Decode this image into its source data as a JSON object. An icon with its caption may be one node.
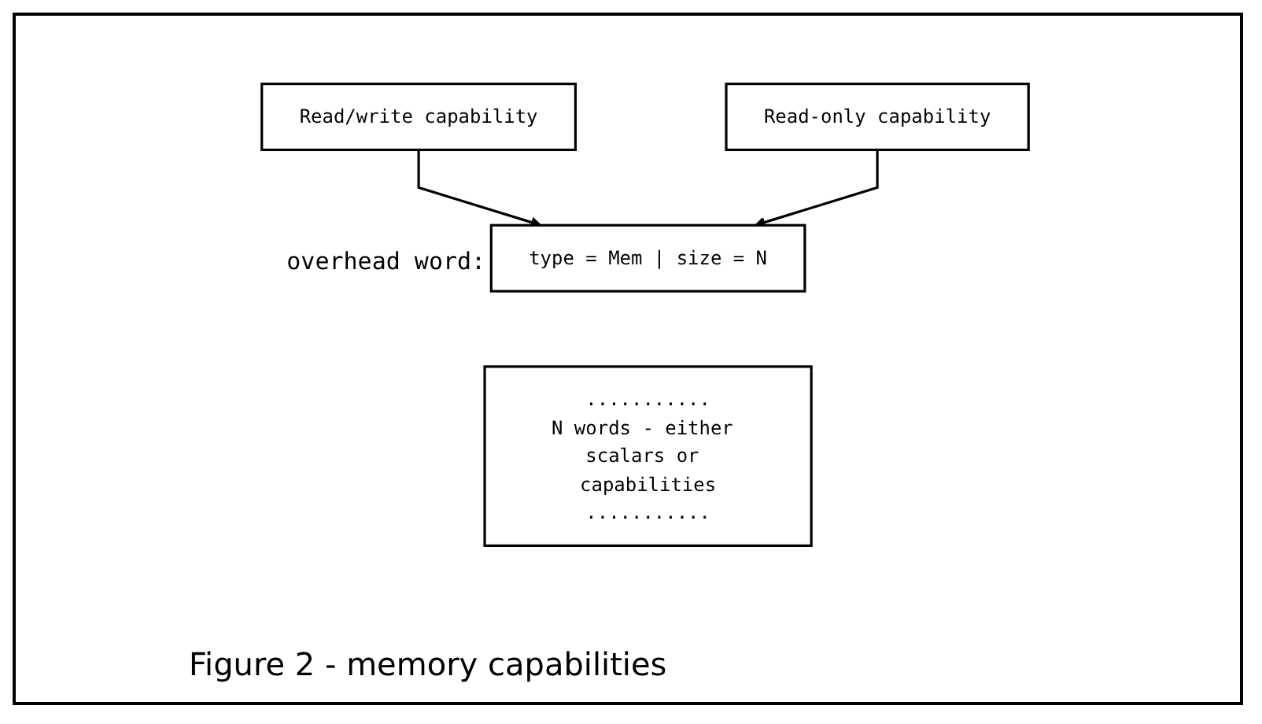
{
  "diagram": {
    "caption": "Figure 2 - memory capabilities",
    "nodes": [
      {
        "text": [
          "Read/write capability"
        ]
      },
      {
        "text": [
          "Read-only capability"
        ]
      },
      {
        "text": [
          "type = Mem | size = N"
        ],
        "beside": [
          "overhead word:"
        ]
      },
      {
        "text": [
          "...........",
          "N words - either scalars or capabilities",
          "..........."
        ]
      }
    ],
    "edges": [
      {
        "from": 0,
        "to": 2,
        "arrow": "to"
      },
      {
        "from": 1,
        "to": 2,
        "arrow": "to"
      }
    ]
  }
}
